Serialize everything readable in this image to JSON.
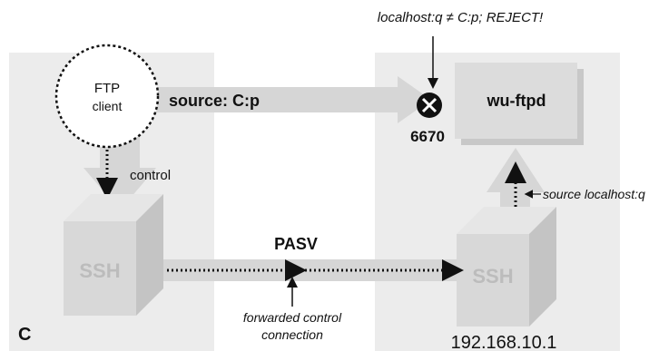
{
  "client_host": {
    "label": "C",
    "ftp_client": {
      "title": "FTP",
      "subtitle": "client"
    },
    "control_label": "control",
    "ssh_label": "SSH"
  },
  "server_host": {
    "ip_address": "192.168.10.1",
    "server_label": "wu-ftpd",
    "port_number": "6670",
    "ssh_label": "SSH",
    "source_note": "source localhost:q"
  },
  "connections": {
    "source_label": "source: C:p",
    "reject_note": "localhost:q ≠ C:p; REJECT!",
    "pasv_label": "PASV",
    "forwarded_note_line1": "forwarded control",
    "forwarded_note_line2": "connection"
  },
  "colors": {
    "host_background": "#ececec",
    "box_face": "#dcdcdc",
    "arrow_band": "#d6d6d6",
    "reject_symbol": "#111111"
  }
}
